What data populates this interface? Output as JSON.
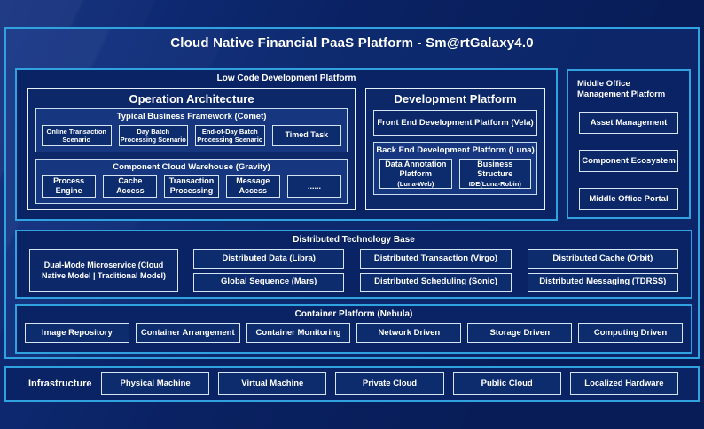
{
  "title": "Cloud Native Financial PaaS Platform - Sm@rtGalaxy4.0",
  "colors": {
    "accent_border": "#2fa2df",
    "box_border": "#d6e4f2",
    "background": "#081d58",
    "section_fill": "#0a2365",
    "subpanel_fill": "#16377f",
    "text": "#ffffff"
  },
  "low_code": {
    "label": "Low Code Development Platform",
    "operation_architecture": {
      "title": "Operation Architecture",
      "typical_business_framework": {
        "label": "Typical Business Framework (Comet)",
        "items": [
          "Online Transaction Scenario",
          "Day Batch Processing Scenario",
          "End-of-Day Batch Processing Scenario",
          "Timed Task"
        ]
      },
      "component_cloud_warehouse": {
        "label": "Component Cloud Warehouse (Gravity)",
        "items": [
          "Process Engine",
          "Cache Access",
          "Transaction Processing",
          "Message Access",
          "......"
        ]
      }
    },
    "development_platform": {
      "title": "Development Platform",
      "front_end": "Front End Development Platform (Vela)",
      "back_end": {
        "label": "Back End Development Platform (Luna)",
        "items": [
          {
            "line1": "Data Annotation Platform",
            "line2": "(Luna-Web)"
          },
          {
            "line1": "Business Structure",
            "line2": "IDE(Luna-Robin)"
          }
        ]
      }
    }
  },
  "middle_office": {
    "label": "Middle Office Management Platform",
    "items": [
      "Asset Management",
      "Component Ecosystem",
      "Middle Office Portal"
    ]
  },
  "distributed": {
    "label": "Distributed Technology Base",
    "dual_mode": "Dual-Mode Microservice (Cloud Native Model | Traditional Model)",
    "row1": [
      "Distributed Data (Libra)",
      "Distributed Transaction (Virgo)",
      "Distributed Cache (Orbit)"
    ],
    "row2": [
      "Global Sequence (Mars)",
      "Distributed Scheduling (Sonic)",
      "Distributed Messaging (TDRSS)"
    ]
  },
  "container_platform": {
    "label": "Container Platform (Nebula)",
    "items": [
      "Image Repository",
      "Container Arrangement",
      "Container Monitoring",
      "Network Driven",
      "Storage Driven",
      "Computing Driven"
    ]
  },
  "infrastructure": {
    "label": "Infrastructure",
    "items": [
      "Physical Machine",
      "Virtual Machine",
      "Private Cloud",
      "Public Cloud",
      "Localized Hardware"
    ]
  }
}
